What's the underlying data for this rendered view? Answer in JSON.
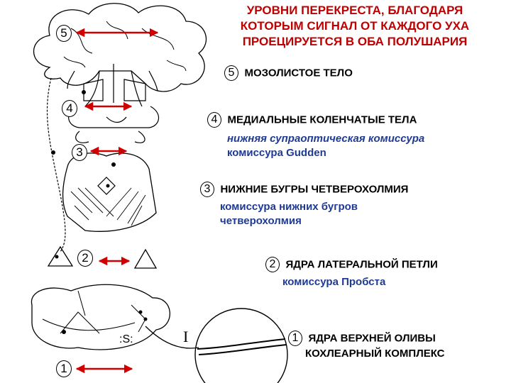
{
  "title": {
    "lines": [
      "УРОВНИ ПЕРЕКРЕСТА, БЛАГОДАРЯ",
      "КОТОРЫМ СИГНАЛ ОТ КАЖДОГО УХА",
      "ПРОЕЦИРУЕТСЯ В ОБА ПОЛУШАРИЯ"
    ]
  },
  "levels": [
    {
      "number": "5",
      "heading": "МОЗОЛИСТОЕ ТЕЛО",
      "subs": []
    },
    {
      "number": "4",
      "heading": "МЕДИАЛЬНЫЕ КОЛЕНЧАТЫЕ ТЕЛА",
      "subs": [
        "нижняя супраоптическая комиссура",
        "комиссура Gudden"
      ]
    },
    {
      "number": "3",
      "heading": "НИЖНИЕ БУГРЫ ЧЕТВЕРОХОЛМИЯ",
      "subs": [
        "комиссура нижних бугров",
        "четверохолмия"
      ]
    },
    {
      "number": "2",
      "heading": "ЯДРА ЛАТЕРАЛЬНОЙ ПЕТЛИ",
      "subs": [
        "комиссура Пробста"
      ]
    },
    {
      "number": "1",
      "heading": "ЯДРА ВЕРХНЕЙ ОЛИВЫ",
      "subs": [
        "КОХЛЕАРНЫЙ КОМПЛЕКС"
      ]
    }
  ],
  "diagram": {
    "markers": [
      "5",
      "4",
      "3",
      "2",
      "1"
    ],
    "s_label": ":S:",
    "ear_label": "I"
  },
  "colors": {
    "title": "#c00000",
    "arrow": "#d00000",
    "subtext": "#1f3a93",
    "outline": "#000000"
  }
}
